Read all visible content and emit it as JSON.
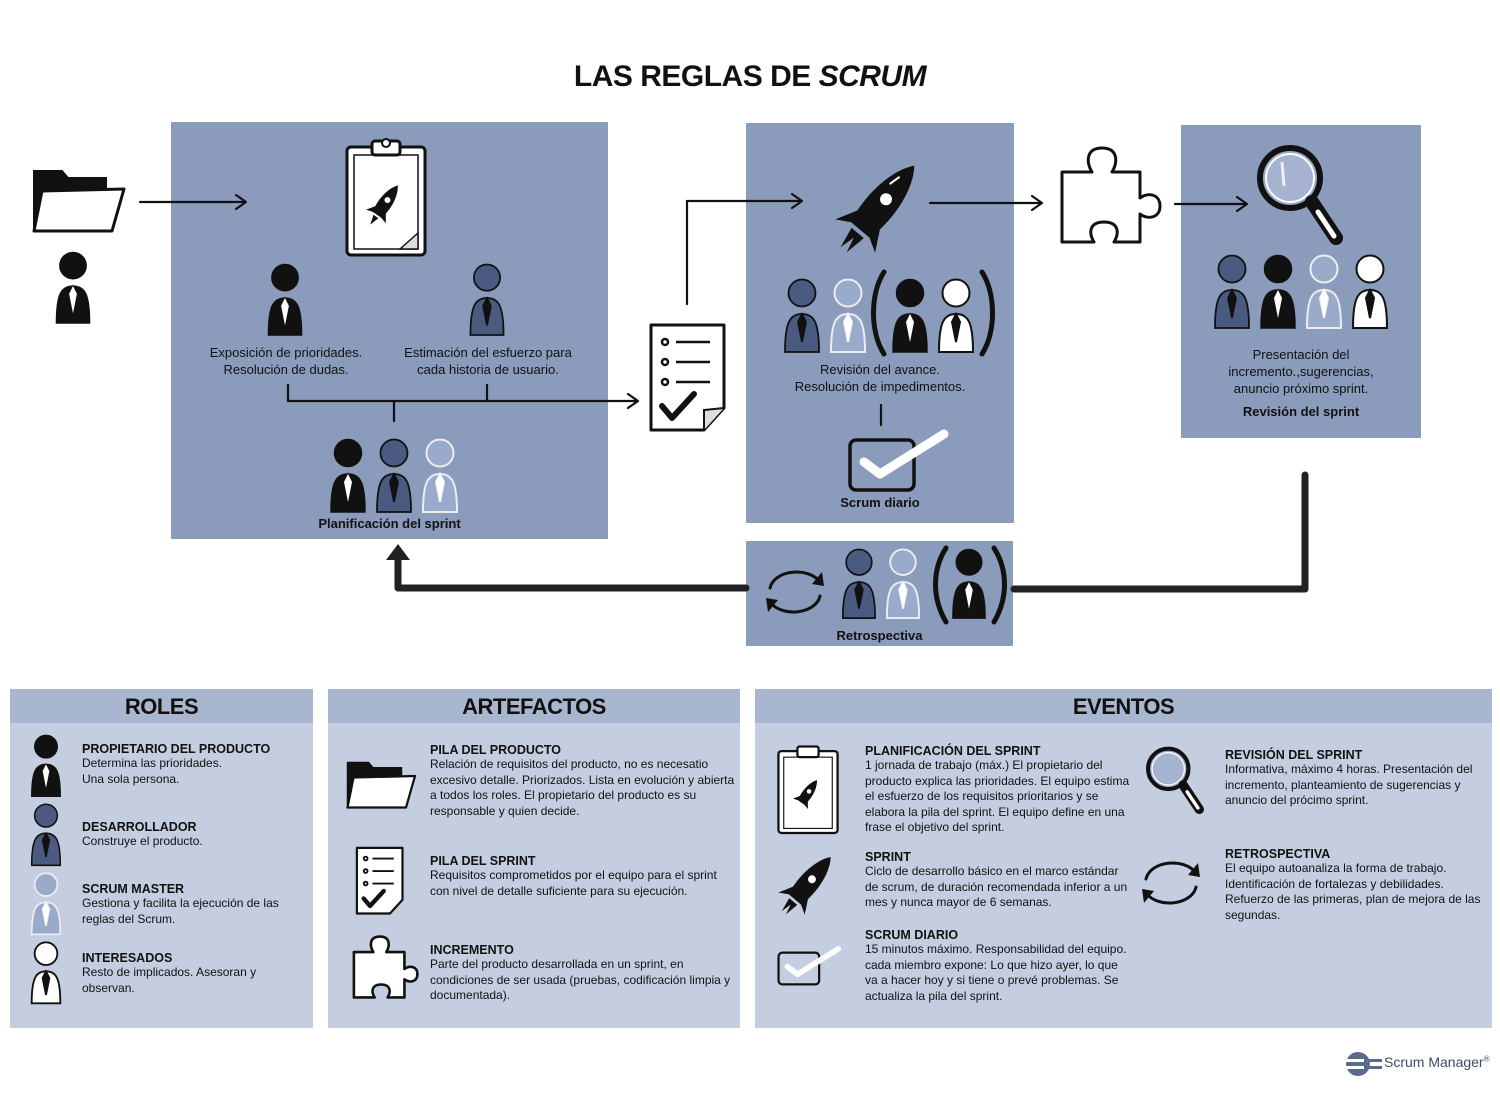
{
  "title": {
    "prefix": "LAS REGLAS DE ",
    "emph": "SCRUM"
  },
  "flow": {
    "planning": {
      "po_caption": "Exposición de prioridades.\nResolución de dudas.",
      "dev_caption": "Estimación del esfuerzo para\ncada historia de usuario.",
      "label": "Planificación del sprint"
    },
    "sprint": {
      "caption": "Revisión del avance.\nResolución de impedimentos.",
      "daily_label": "Scrum diario"
    },
    "review": {
      "caption": "Presentación del\nincremento.,sugerencias,\nanuncio próximo sprint.",
      "label": "Revisión del sprint"
    },
    "retro": {
      "label": "Retrospectiva"
    }
  },
  "roles": {
    "heading": "ROLES",
    "items": [
      {
        "title": "PROPIETARIO DEL PRODUCTO",
        "desc": "Determina las prioridades.\nUna sola persona.",
        "icon": "person-black-icon",
        "color": "#111111"
      },
      {
        "title": "DESARROLLADOR",
        "desc": "Construye el producto.",
        "icon": "person-blue-icon",
        "color": "#4a5a80"
      },
      {
        "title": "SCRUM MASTER",
        "desc": "Gestiona y facilita la ejecución de las\nreglas del Scrum.",
        "icon": "person-lightblue-icon",
        "color": "#9aaacb"
      },
      {
        "title": "INTERESADOS",
        "desc": "Resto de implicados. Asesoran y\nobservan.",
        "icon": "person-white-icon",
        "color": "#ffffff"
      }
    ]
  },
  "artefactos": {
    "heading": "ARTEFACTOS",
    "items": [
      {
        "title": "PILA DEL PRODUCTO",
        "desc": "Relación de requisitos del producto, no es necesatio\nexcesivo detalle. Priorizados. Lista en evolución y abierta\na todos los roles. El propietario del producto es su\nresponsable y quien decide.",
        "icon": "folder-icon"
      },
      {
        "title": "PILA DEL SPRINT",
        "desc": "Requisitos comprometidos por el equipo para el sprint\ncon nivel de detalle suficiente para su ejecución.",
        "icon": "checklist-icon"
      },
      {
        "title": "INCREMENTO",
        "desc": "Parte del producto desarrollada en un sprint, en\ncondiciones de ser usada (pruebas, codificación limpia y\ndocumentada).",
        "icon": "puzzle-icon"
      }
    ]
  },
  "eventos": {
    "heading": "EVENTOS",
    "items": [
      {
        "title": "PLANIFICACIÓN DEL SPRINT",
        "desc": "1 jornada de trabajo (máx.) El propietario del\nproducto explica las prioridades. El equipo estima\nel esfuerzo de los requisitos prioritarios y se\nelabora la pila del sprint. El equipo define en una\nfrase el objetivo del sprint.",
        "icon": "clipboard-rocket-icon"
      },
      {
        "title": "SPRINT",
        "desc": "Ciclo de desarrollo básico en el marco estándar\nde scrum, de duración recomendada inferior a un\nmes y nunca mayor de 6 semanas.",
        "icon": "rocket-icon"
      },
      {
        "title": "SCRUM DIARIO",
        "desc": "15 minutos máximo. Responsabilidad del equipo.\ncada miembro expone: Lo que hizo ayer, lo que\nva a hacer hoy y si tiene o prevé problemas. Se\nactualiza la pila del sprint.",
        "icon": "checkbox-icon"
      },
      {
        "title": "REVISIÓN DEL SPRINT",
        "desc": "Informativa, máximo 4 horas. Presentación del\nincremento, planteamiento de sugerencias y\nanuncio del prócimo sprint.",
        "icon": "magnifier-icon"
      },
      {
        "title": "RETROSPECTIVA",
        "desc": "El equipo autoanaliza la forma de trabajo.\nIdentificación de fortalezas y debilidades.\nRefuerzo de las primeras, plan de mejora de las\nsegundas.",
        "icon": "cycle-icon"
      }
    ]
  },
  "logo": {
    "text": "Scrum Manager",
    "mark": "®"
  },
  "colors": {
    "panel": "#8a9bbb",
    "section_bg": "#c5cde0",
    "section_head": "#a9b6cf",
    "blue_person": "#4a5a80",
    "light_person": "#9aaacb"
  }
}
